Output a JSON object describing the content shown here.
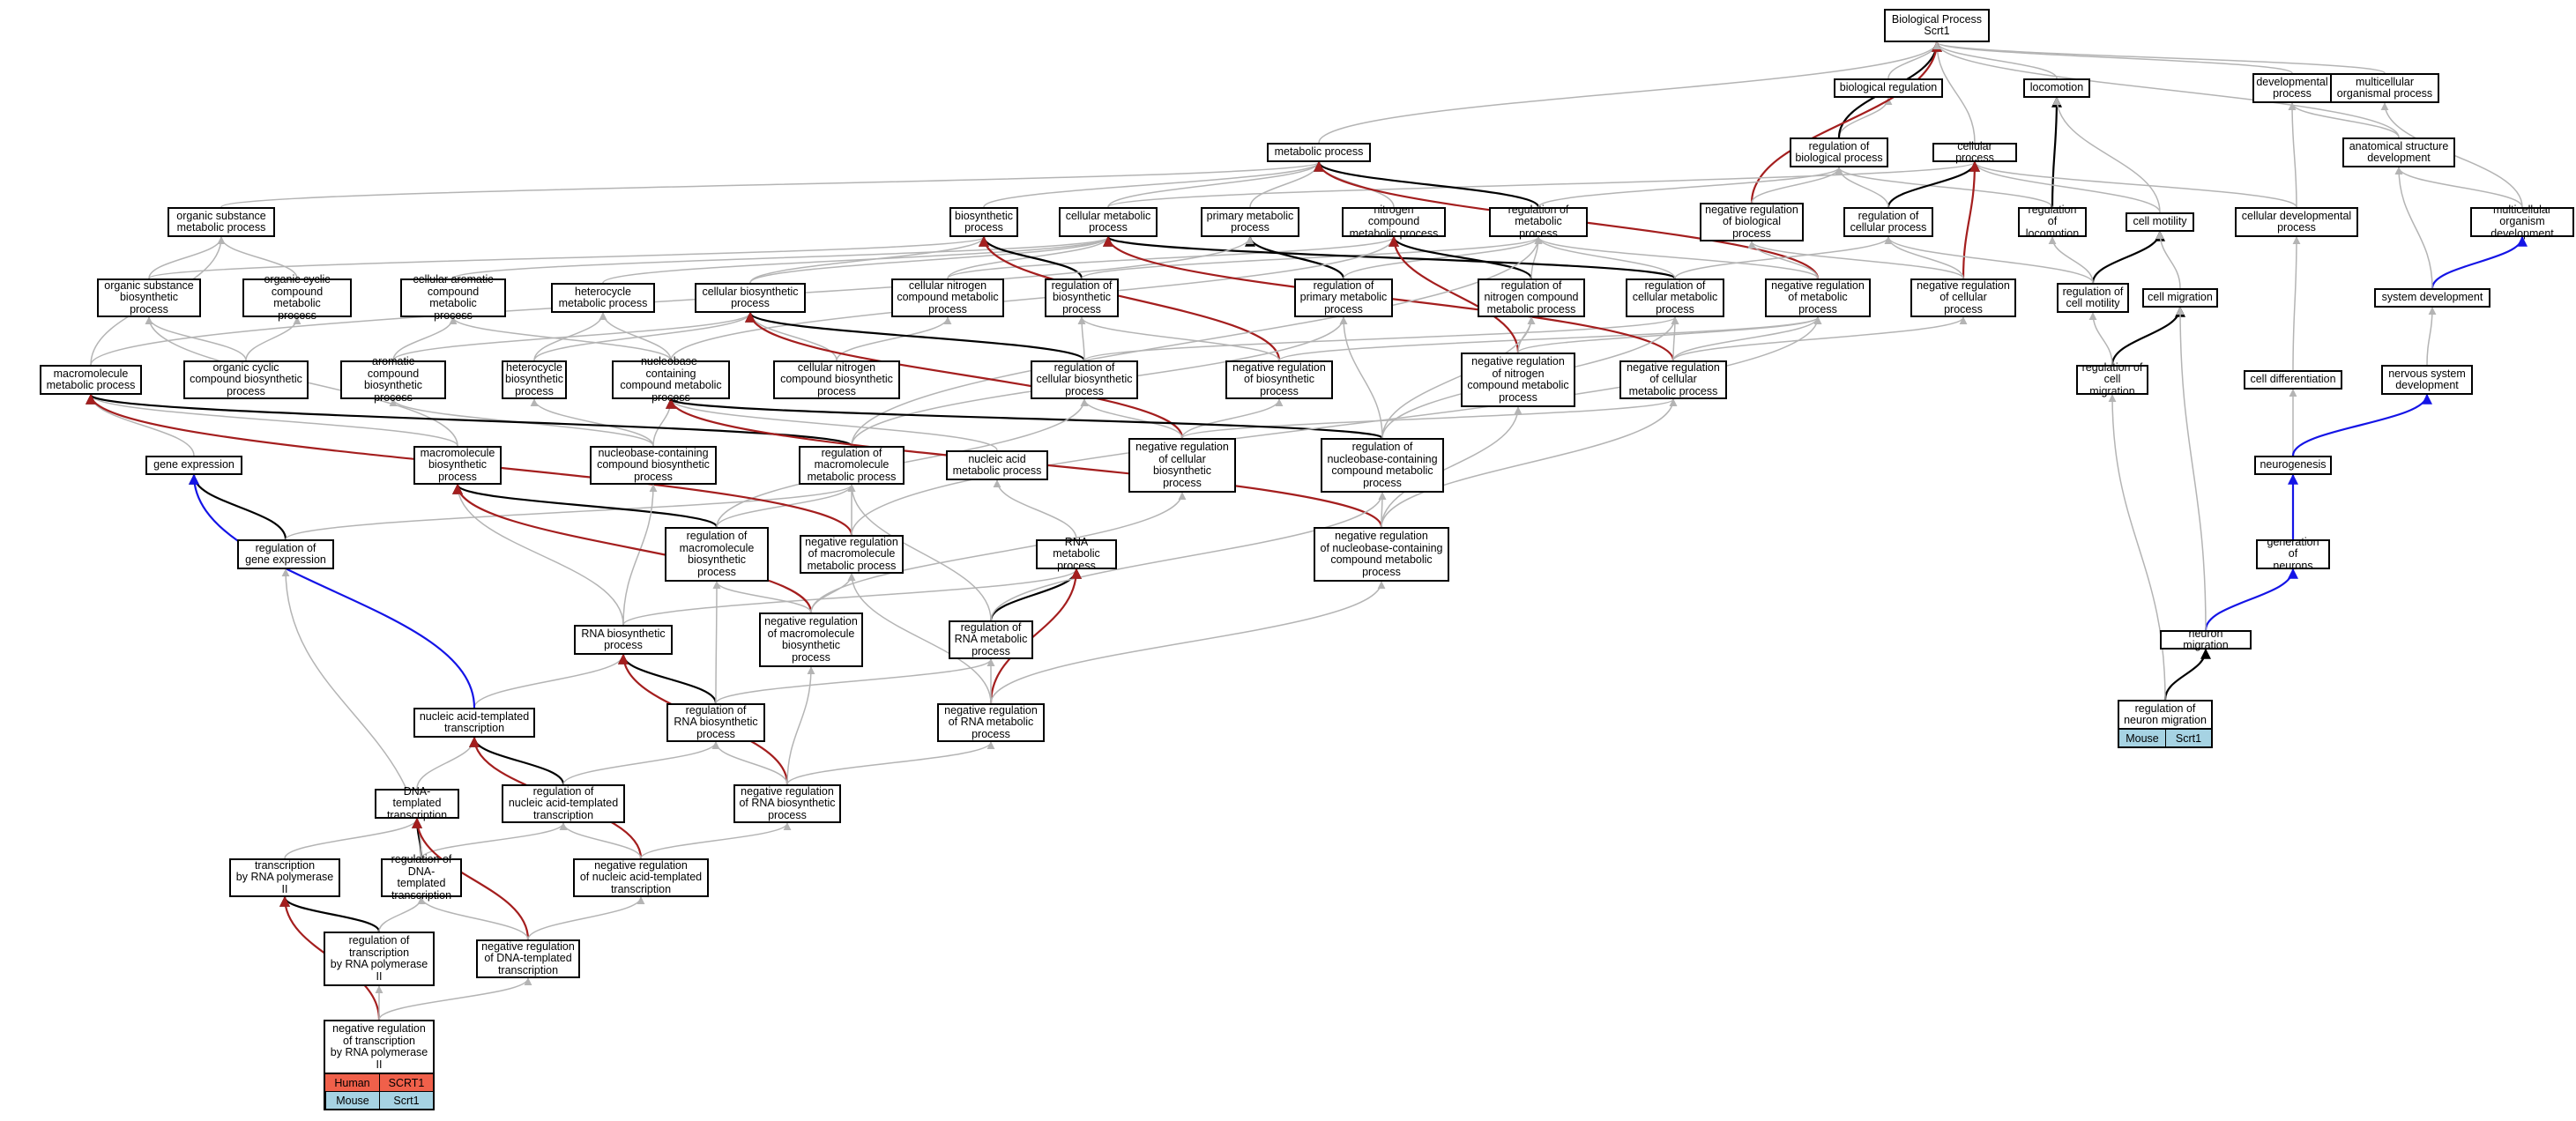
{
  "diagram": {
    "nodes": [
      {
        "id": "bp",
        "label": "Biological Process\nScrt1"
      },
      {
        "id": "breg",
        "label": "biological regulation"
      },
      {
        "id": "loco",
        "label": "locomotion"
      },
      {
        "id": "devp",
        "label": "developmental\nprocess"
      },
      {
        "id": "mcop",
        "label": "multicellular\norganismal process"
      },
      {
        "id": "metp",
        "label": "metabolic process"
      },
      {
        "id": "regbp",
        "label": "regulation of\nbiological process"
      },
      {
        "id": "cellp",
        "label": "cellular process"
      },
      {
        "id": "asd",
        "label": "anatomical structure\ndevelopment"
      },
      {
        "id": "osmp",
        "label": "organic substance\nmetabolic process"
      },
      {
        "id": "biosyn",
        "label": "biosynthetic\nprocess"
      },
      {
        "id": "cmp",
        "label": "cellular metabolic\nprocess"
      },
      {
        "id": "pmp",
        "label": "primary metabolic\nprocess"
      },
      {
        "id": "ncmp",
        "label": "nitrogen compound\nmetabolic process"
      },
      {
        "id": "regmp",
        "label": "regulation of\nmetabolic process"
      },
      {
        "id": "negregbp",
        "label": "negative regulation\nof biological\nprocess"
      },
      {
        "id": "regcp",
        "label": "regulation of\ncellular process"
      },
      {
        "id": "regloco",
        "label": "regulation of\nlocomotion"
      },
      {
        "id": "cmot",
        "label": "cell motility"
      },
      {
        "id": "cdp",
        "label": "cellular developmental\nprocess"
      },
      {
        "id": "mod",
        "label": "multicellular\norganism development"
      },
      {
        "id": "osbp",
        "label": "organic substance\nbiosynthetic\nprocess"
      },
      {
        "id": "occmp",
        "label": "organic cyclic\ncompound metabolic\nprocess"
      },
      {
        "id": "cacmp",
        "label": "cellular aromatic\ncompound metabolic\nprocess"
      },
      {
        "id": "hmp",
        "label": "heterocycle\nmetabolic process"
      },
      {
        "id": "cbp",
        "label": "cellular biosynthetic\nprocess"
      },
      {
        "id": "cncmp",
        "label": "cellular nitrogen\ncompound metabolic\nprocess"
      },
      {
        "id": "regbiosyn",
        "label": "regulation of\nbiosynthetic\nprocess"
      },
      {
        "id": "regpmp",
        "label": "regulation of\nprimary metabolic\nprocess"
      },
      {
        "id": "regncmp",
        "label": "regulation of\nnitrogen compound\nmetabolic process"
      },
      {
        "id": "regcmp",
        "label": "regulation of\ncellular metabolic\nprocess"
      },
      {
        "id": "negregmp",
        "label": "negative regulation\nof metabolic\nprocess"
      },
      {
        "id": "negregcp",
        "label": "negative regulation\nof cellular\nprocess"
      },
      {
        "id": "regcmot",
        "label": "regulation of\ncell motility"
      },
      {
        "id": "cmig",
        "label": "cell migration"
      },
      {
        "id": "sysdev",
        "label": "system development"
      },
      {
        "id": "mmp",
        "label": "macromolecule\nmetabolic process"
      },
      {
        "id": "occbp",
        "label": "organic cyclic\ncompound biosynthetic\nprocess"
      },
      {
        "id": "acbp",
        "label": "aromatic compound\nbiosynthetic\nprocess"
      },
      {
        "id": "hbp",
        "label": "heterocycle\nbiosynthetic\nprocess"
      },
      {
        "id": "nbcmp",
        "label": "nucleobase-containing\ncompound metabolic\nprocess"
      },
      {
        "id": "cncbp",
        "label": "cellular nitrogen\ncompound biosynthetic\nprocess"
      },
      {
        "id": "regcbp",
        "label": "regulation of\ncellular biosynthetic\nprocess"
      },
      {
        "id": "negregbiosyn",
        "label": "negative regulation\nof biosynthetic\nprocess"
      },
      {
        "id": "negregncmp",
        "label": "negative regulation\nof nitrogen\ncompound metabolic\nprocess"
      },
      {
        "id": "negregcmp",
        "label": "negative regulation\nof cellular\nmetabolic process"
      },
      {
        "id": "regcmig",
        "label": "regulation of\ncell migration"
      },
      {
        "id": "cdiff",
        "label": "cell differentiation"
      },
      {
        "id": "nsd",
        "label": "nervous system\ndevelopment"
      },
      {
        "id": "gexp",
        "label": "gene expression"
      },
      {
        "id": "mbp",
        "label": "macromolecule\nbiosynthetic\nprocess"
      },
      {
        "id": "nbcbp",
        "label": "nucleobase-containing\ncompound biosynthetic\nprocess"
      },
      {
        "id": "regmmp",
        "label": "regulation of\nmacromolecule\nmetabolic process"
      },
      {
        "id": "namp",
        "label": "nucleic acid\nmetabolic process"
      },
      {
        "id": "negregcbp",
        "label": "negative regulation\nof cellular\nbiosynthetic\nprocess"
      },
      {
        "id": "regnbcmp",
        "label": "regulation of\nnucleobase-containing\ncompound metabolic\nprocess"
      },
      {
        "id": "neurog",
        "label": "neurogenesis"
      },
      {
        "id": "reggexp",
        "label": "regulation of\ngene expression"
      },
      {
        "id": "regmbp",
        "label": "regulation of\nmacromolecule\nbiosynthetic\nprocess"
      },
      {
        "id": "negregmmp",
        "label": "negative regulation\nof macromolecule\nmetabolic process"
      },
      {
        "id": "rnamp",
        "label": "RNA metabolic\nprocess"
      },
      {
        "id": "negregnbcmp",
        "label": "negative regulation\nof nucleobase-containing\ncompound metabolic\nprocess"
      },
      {
        "id": "genneur",
        "label": "generation of\nneurons"
      },
      {
        "id": "rnabp",
        "label": "RNA biosynthetic\nprocess"
      },
      {
        "id": "negregmbp",
        "label": "negative regulation\nof macromolecule\nbiosynthetic\nprocess"
      },
      {
        "id": "regrnamp",
        "label": "regulation of\nRNA metabolic\nprocess"
      },
      {
        "id": "nmig",
        "label": "neuron migration"
      },
      {
        "id": "natt",
        "label": "nucleic acid-templated\ntranscription"
      },
      {
        "id": "regrnabp",
        "label": "regulation of\nRNA biosynthetic\nprocess"
      },
      {
        "id": "negregrnamp",
        "label": "negative regulation\nof RNA metabolic\nprocess"
      },
      {
        "id": "regnmig",
        "label": "regulation of\nneuron migration"
      },
      {
        "id": "dtt",
        "label": "DNA-templated\ntranscription"
      },
      {
        "id": "regnatt",
        "label": "regulation of\nnucleic acid-templated\ntranscription"
      },
      {
        "id": "negregrnabp",
        "label": "negative regulation\nof RNA biosynthetic\nprocess"
      },
      {
        "id": "trp2",
        "label": "transcription\nby RNA polymerase\nII"
      },
      {
        "id": "regdtt",
        "label": "regulation of\nDNA-templated\ntranscription"
      },
      {
        "id": "negregnatt",
        "label": "negative regulation\nof nucleic acid-templated\ntranscription"
      },
      {
        "id": "regtrp2",
        "label": "regulation of\ntranscription\nby RNA polymerase\nII"
      },
      {
        "id": "negregdtt",
        "label": "negative regulation\nof DNA-templated\ntranscription"
      },
      {
        "id": "negregtrp2",
        "label": "negative regulation\nof transcription\nby RNA polymerase\nII"
      }
    ],
    "edge_colors": {
      "gray": "#b4b4b4",
      "black": "#000000",
      "red": "#a41e1e",
      "blue": "#1414e6"
    },
    "legends": [
      {
        "id": "negregtrp2_legend",
        "rows": [
          {
            "species": "Human",
            "gene": "SCRT1",
            "color": "#f0604a"
          },
          {
            "species": "Mouse",
            "gene": "Scrt1",
            "color": "#a6d3e3"
          }
        ]
      },
      {
        "id": "regnmig_legend",
        "rows": [
          {
            "species": "Mouse",
            "gene": "Scrt1",
            "color": "#a6d3e3"
          }
        ]
      }
    ]
  }
}
